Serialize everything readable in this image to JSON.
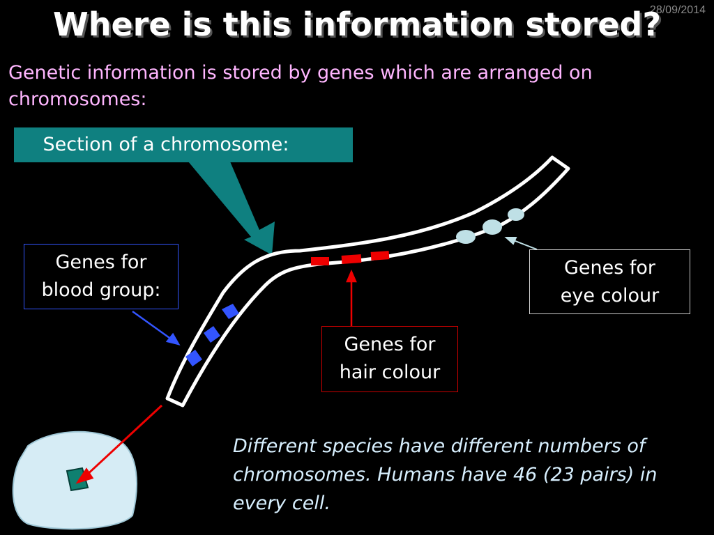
{
  "slide": {
    "date": "28/09/2014",
    "title": "Where is this information stored?",
    "intro": "Genetic information is stored by genes which are arranged on chromosomes:",
    "section_label": "Section of a chromosome:",
    "species_text": "Different species have different numbers of chromosomes.  Humans have 46 (23 pairs) in every cell."
  },
  "labels": {
    "blood": [
      "Genes for",
      "blood group:"
    ],
    "hair": [
      "Genes for",
      "hair colour"
    ],
    "eye": [
      "Genes for",
      "eye colour"
    ]
  },
  "colors": {
    "background": "#000000",
    "intro_text": "#ffb6ff",
    "section_fill": "#0f8080",
    "blood_genes": "#3355ff",
    "hair_genes": "#ee0000",
    "eye_genes": "#bfe0e6",
    "cell_fill": "#d6ecf5",
    "nucleus_fill": "#0f8070",
    "species_text": "#d8f0ff"
  }
}
